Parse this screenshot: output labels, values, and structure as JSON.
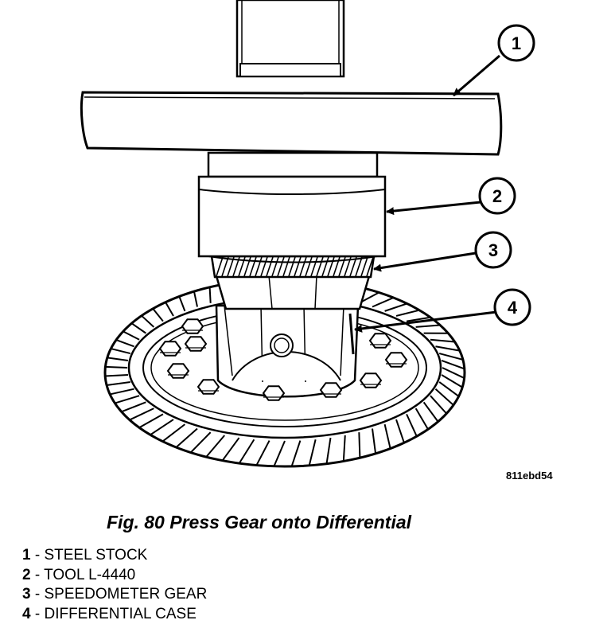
{
  "figure": {
    "image_id": "811ebd54",
    "callouts": [
      {
        "num": "1",
        "icon": "callout-circle"
      },
      {
        "num": "2",
        "icon": "callout-circle"
      },
      {
        "num": "3",
        "icon": "callout-circle"
      },
      {
        "num": "4",
        "icon": "callout-circle"
      }
    ]
  },
  "caption": "Fig. 80 Press Gear onto Differential",
  "legend": [
    {
      "num": "1",
      "sep": " - ",
      "label": "STEEL STOCK"
    },
    {
      "num": "2",
      "sep": " - ",
      "label": "TOOL L-4440"
    },
    {
      "num": "3",
      "sep": " - ",
      "label": "SPEEDOMETER GEAR"
    },
    {
      "num": "4",
      "sep": " - ",
      "label": "DIFFERENTIAL CASE"
    }
  ]
}
